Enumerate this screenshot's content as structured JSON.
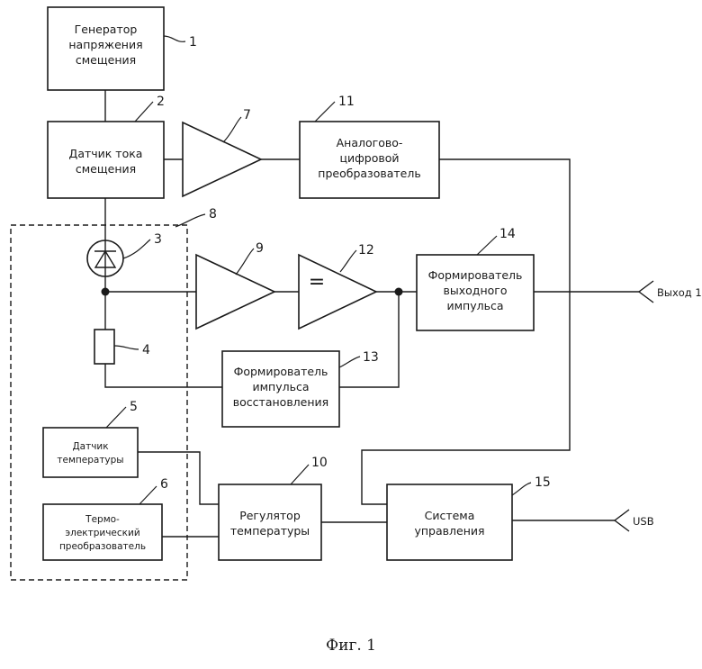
{
  "blocks": {
    "b1": [
      "Генератор",
      "напряжения",
      "смещения"
    ],
    "b2": [
      "Датчик тока",
      "смещения"
    ],
    "b11": [
      "Аналогово-",
      "цифровой",
      "преобразователь"
    ],
    "b14": [
      "Формирователь",
      "выходного",
      "импульса"
    ],
    "b13": [
      "Формирователь",
      "импульса",
      "восстановления"
    ],
    "b5": [
      "Датчик",
      "температуры"
    ],
    "b6": [
      "Термо-",
      "электрический",
      "преобразователь"
    ],
    "b10": [
      "Регулятор",
      "температуры"
    ],
    "b15": [
      "Система",
      "управления"
    ]
  },
  "comparator_symbol": "=",
  "numbers": {
    "n1": "1",
    "n2": "2",
    "n3": "3",
    "n4": "4",
    "n5": "5",
    "n6": "6",
    "n7": "7",
    "n8": "8",
    "n9": "9",
    "n10": "10",
    "n11": "11",
    "n12": "12",
    "n13": "13",
    "n14": "14",
    "n15": "15"
  },
  "ports": {
    "out1": "Выход 1",
    "usb": "USB"
  },
  "caption": "Фиг. 1"
}
